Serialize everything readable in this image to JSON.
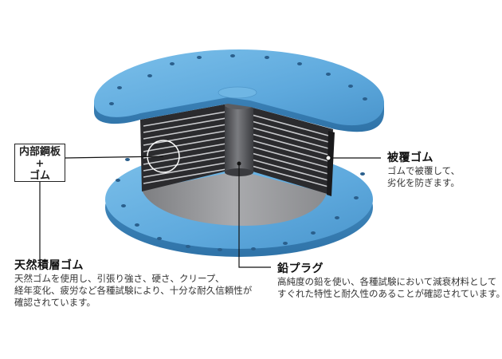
{
  "labels": {
    "inner_steel": {
      "line1": "内部鋼板",
      "line2": "+",
      "line3": "ゴム"
    },
    "laminated_rubber": {
      "title": "天然積層ゴム",
      "desc": [
        "天然ゴムを使用し、引張り強さ、硬さ、クリープ、",
        "経年変化、疲労など各種試験により、十分な耐久信頼性が",
        "確認されています。"
      ]
    },
    "cover_rubber": {
      "title": "被覆ゴム",
      "desc": [
        "ゴムで被覆して、",
        "劣化を防ぎます。"
      ]
    },
    "lead_plug": {
      "title": "鉛プラグ",
      "desc": [
        "高純度の鉛を使い、各種試験において減衰材料として",
        "すぐれた特性と耐久性のあることが確認されています。"
      ]
    }
  },
  "colors": {
    "flange_blue": "#5ea9dd",
    "flange_blue_dark": "#3f86bd",
    "steel_gray": "#8e8f92",
    "rubber_dark": "#2b2b2e",
    "leader_line": "#111111"
  }
}
